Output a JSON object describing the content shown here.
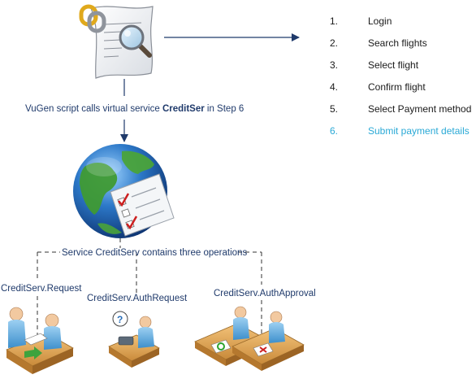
{
  "caption": {
    "prefix": "VuGen script  calls virtual service ",
    "service": "CreditSer",
    "suffix": " in Step 6"
  },
  "steps": [
    {
      "num": "1.",
      "label": "Login",
      "highlight": false
    },
    {
      "num": "2.",
      "label": "Search flights",
      "highlight": false
    },
    {
      "num": "3.",
      "label": "Select flight",
      "highlight": false
    },
    {
      "num": "4.",
      "label": "Confirm flight",
      "highlight": false
    },
    {
      "num": "5.",
      "label": "Select Payment  method",
      "highlight": false
    },
    {
      "num": "6.",
      "label": "Submit payment details",
      "highlight": true
    }
  ],
  "service_label": "Service CreditServ contains three operations",
  "operations": [
    {
      "label": "CreditServ.Request"
    },
    {
      "label": "CreditServ.AuthRequest"
    },
    {
      "label": "CreditServ.AuthApproval"
    }
  ],
  "colors": {
    "text": "#1f3a6b",
    "highlight": "#2aa9d6",
    "arrow": "#1f3a6b",
    "dashed": "#333333"
  },
  "icons": [
    "script-document-icon",
    "magnifier-icon",
    "globe-checklist-icon",
    "request-people-icon",
    "auth-request-people-icon",
    "auth-approval-people-icon"
  ]
}
